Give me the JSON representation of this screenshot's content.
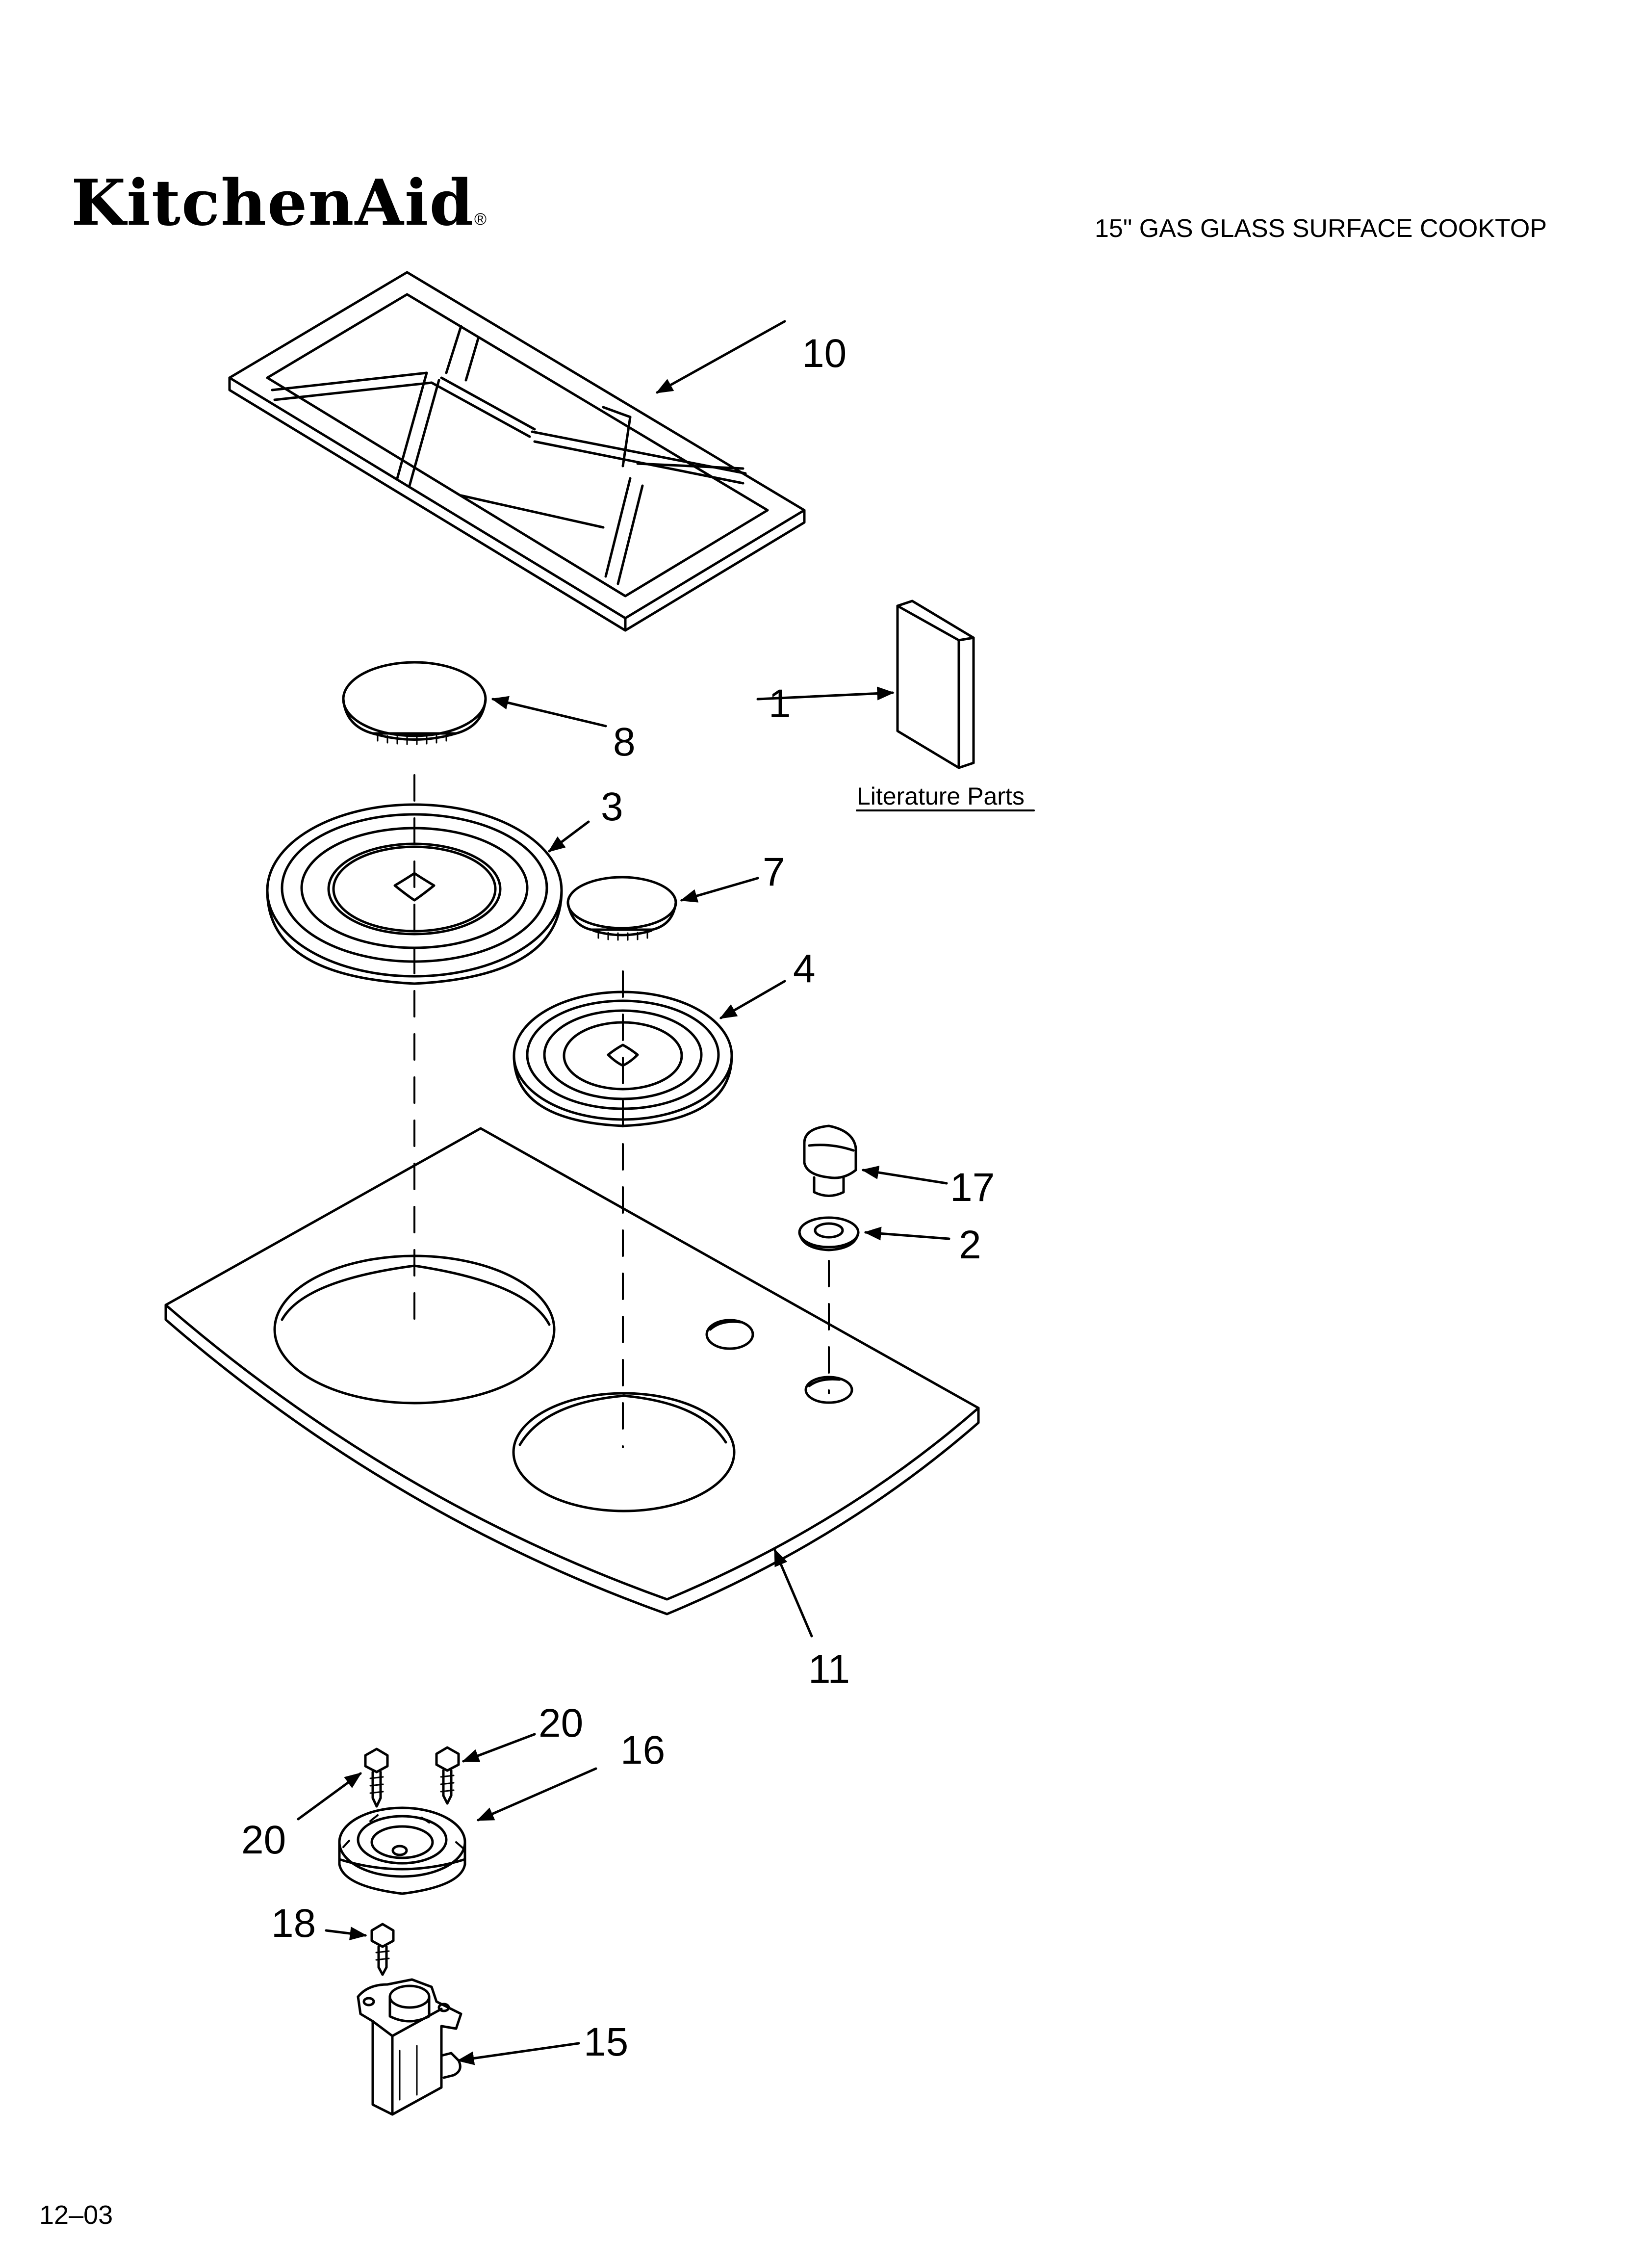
{
  "header": {
    "brand": "KitchenAid",
    "brand_mark": "®",
    "title": "15\" GAS GLASS SURFACE COOKTOP"
  },
  "literature": {
    "label": "Literature Parts"
  },
  "callouts": {
    "c1": "1",
    "c2": "2",
    "c3": "3",
    "c4": "4",
    "c7": "7",
    "c8": "8",
    "c10": "10",
    "c11": "11",
    "c15": "15",
    "c16": "16",
    "c17": "17",
    "c18": "18",
    "c20a": "20",
    "c20b": "20"
  },
  "footer": {
    "date_code": "12–03"
  }
}
